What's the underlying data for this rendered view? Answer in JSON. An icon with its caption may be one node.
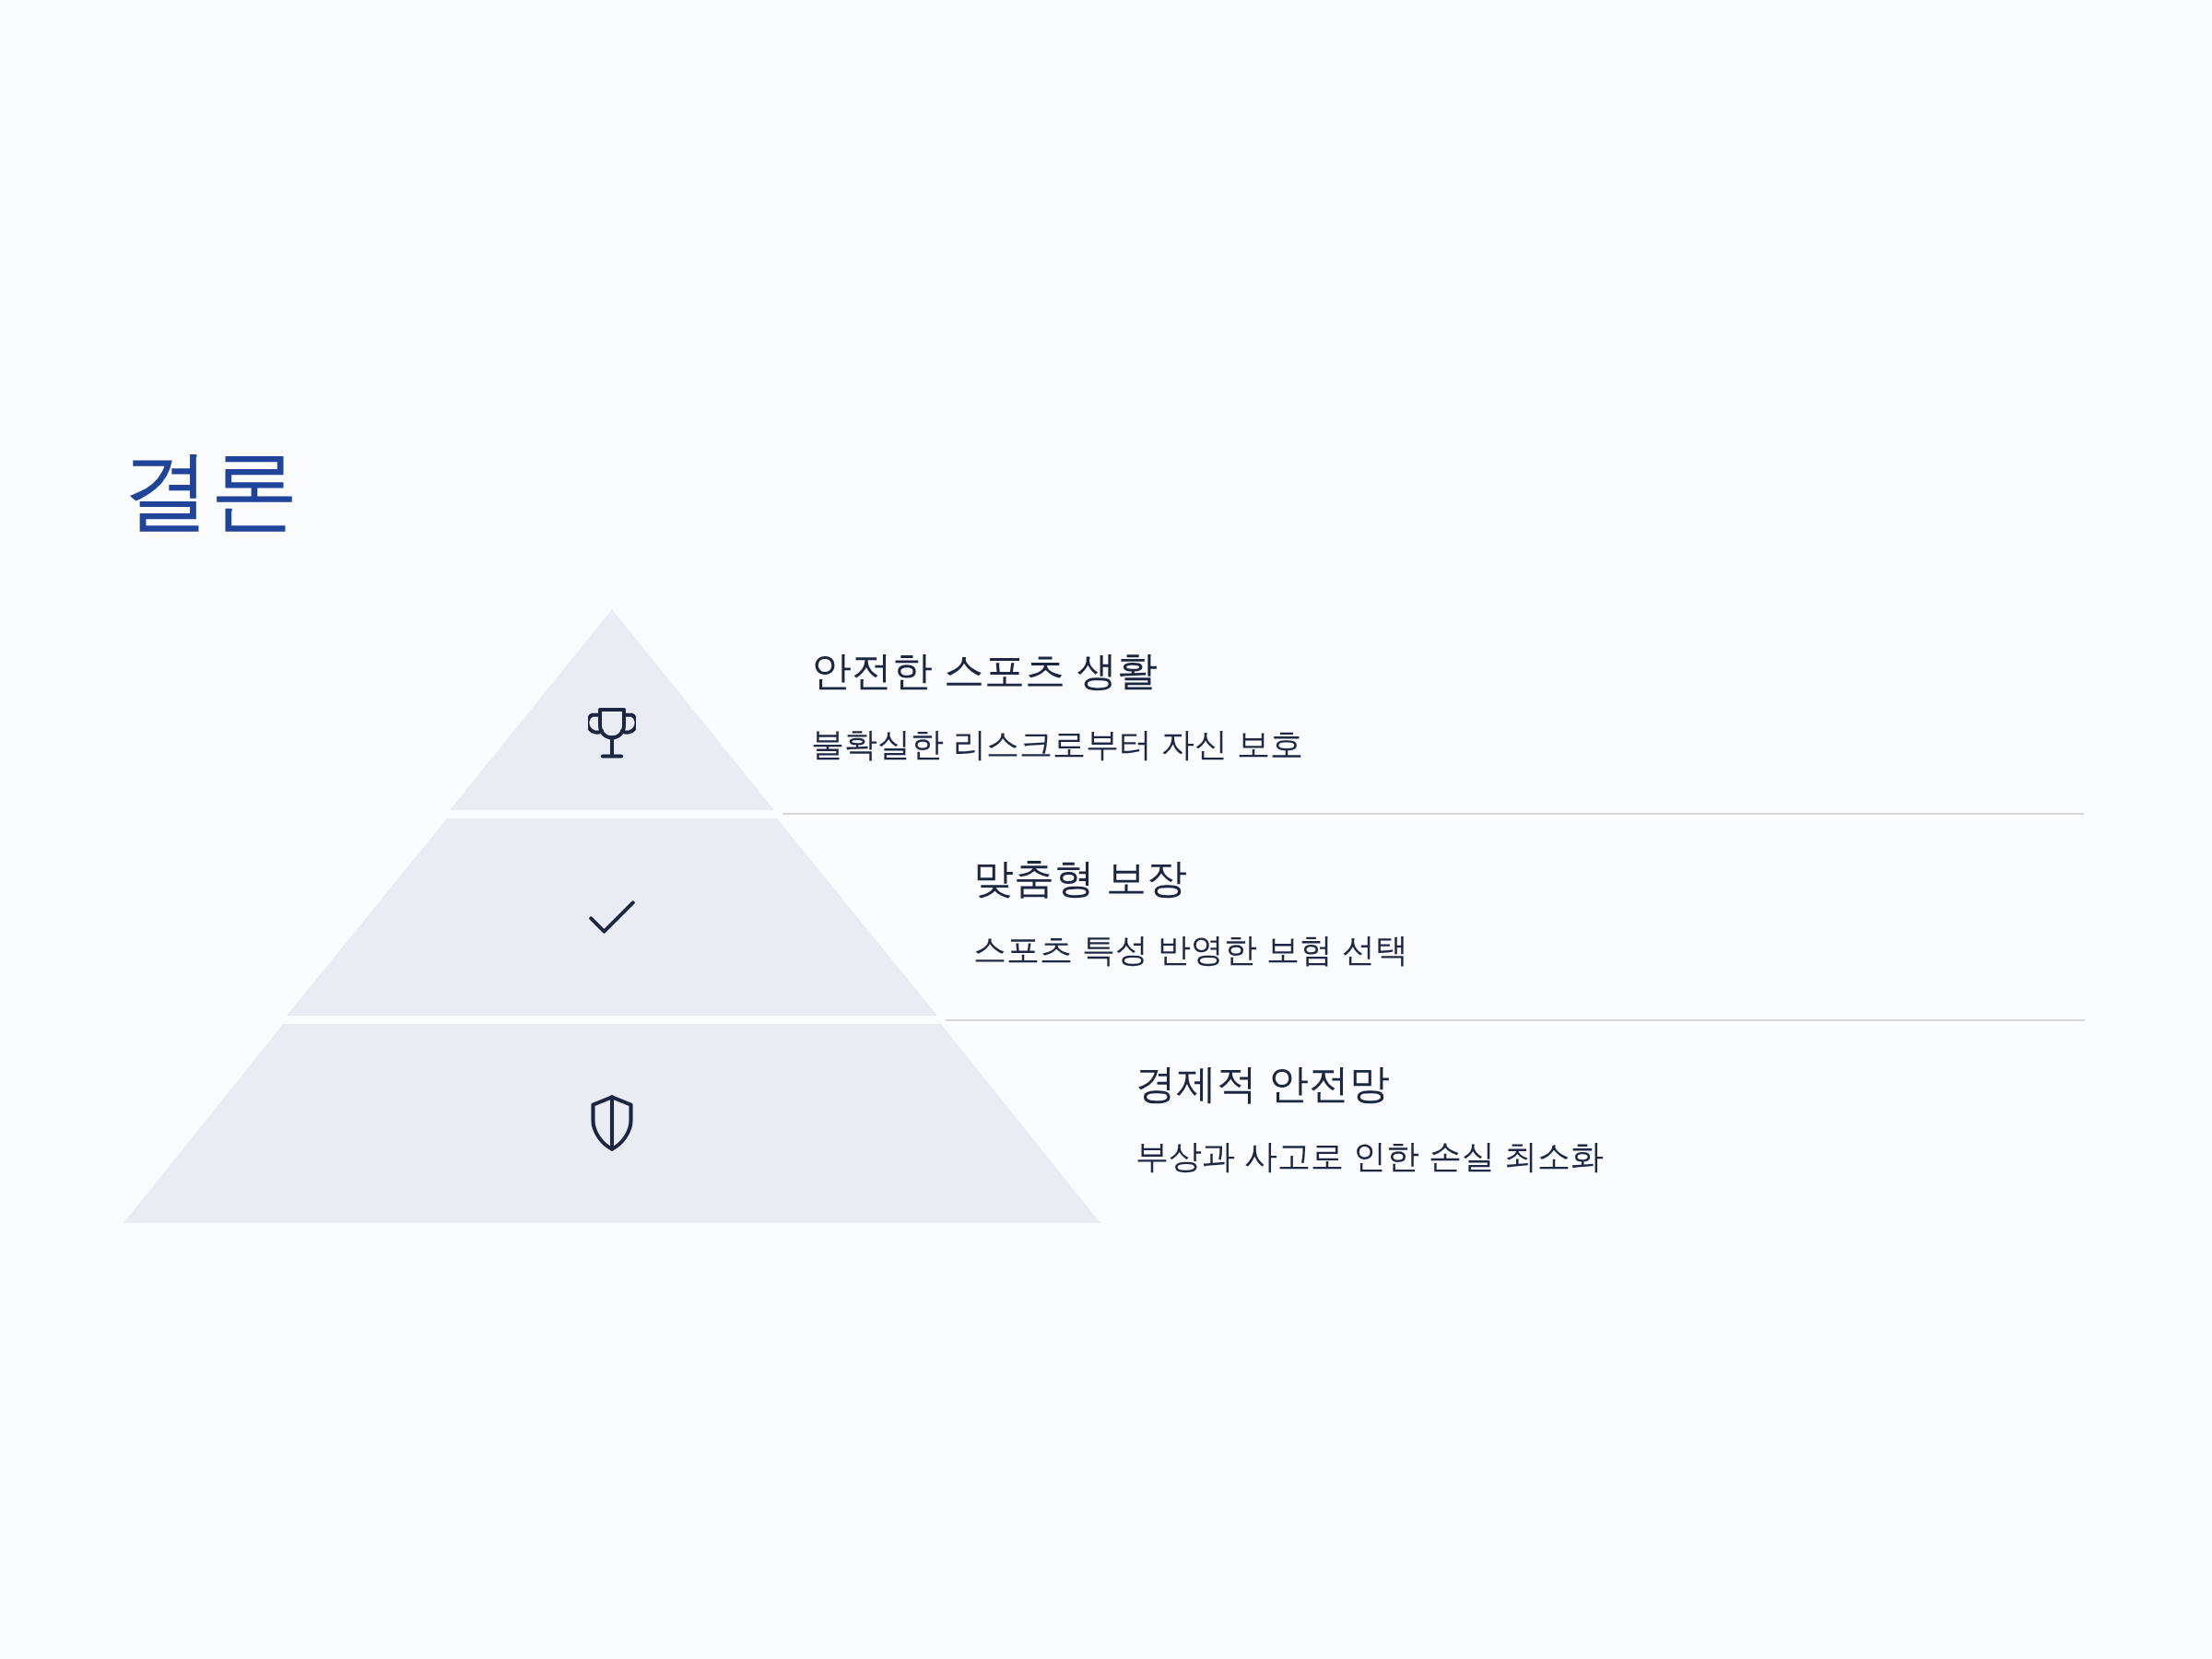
{
  "diagram": {
    "title": "결론",
    "nodes": [
      {
        "text": [],
        "shape": "triangle",
        "beside": [
          "안전한 스포츠 생활",
          "불확실한 리스크로부터 자신 보호"
        ]
      },
      {
        "text": [],
        "shape": "trapezoid",
        "beside": [
          "맞춤형 보장",
          "스포츠 특성 반영한 보험 선택"
        ]
      },
      {
        "text": [],
        "shape": "trapezoid",
        "beside": [
          "경제적 안전망",
          "부상과 사고로 인한 손실 최소화"
        ]
      }
    ]
  }
}
